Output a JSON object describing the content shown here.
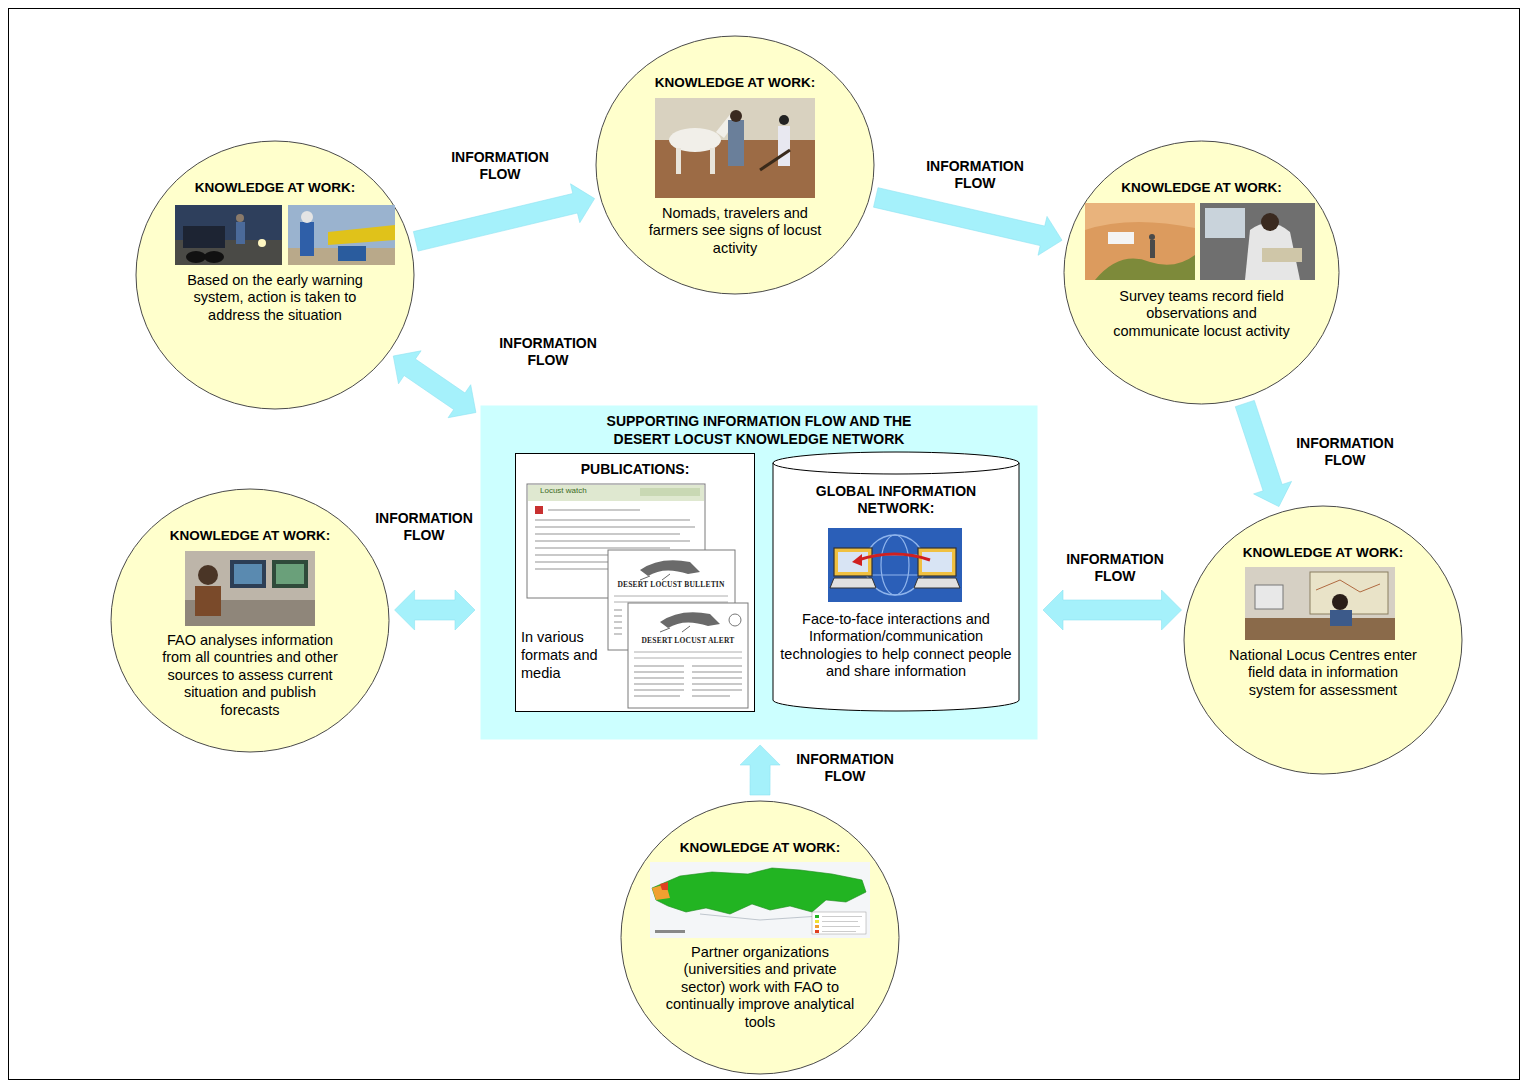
{
  "diagram": {
    "nodes": [
      {
        "text": [
          "KNOWLEDGE AT WORK:",
          "Based on the early warning system, action is taken to address the situation"
        ]
      },
      {
        "text": [
          "KNOWLEDGE AT WORK:",
          "Nomads, travelers and farmers see signs of locust activity"
        ]
      },
      {
        "text": [
          "KNOWLEDGE AT WORK:",
          "Survey teams record field observations and communicate locust activity"
        ]
      },
      {
        "text": [
          "KNOWLEDGE AT WORK:",
          "FAO analyses information from all countries and other sources to assess current situation and publish forecasts"
        ]
      },
      {
        "text": [
          "SUPPORTING INFORMATION FLOW AND THE DESERT LOCUST KNOWLEDGE NETWORK"
        ]
      },
      {
        "text": [
          "PUBLICATIONS:",
          "In various formats and media"
        ],
        "in": 4
      },
      {
        "text": [
          "GLOBAL INFORMATION NETWORK:",
          "Face-to-face interactions and Information/communication technologies to help connect people and share information"
        ],
        "in": 4
      },
      {
        "text": [
          "KNOWLEDGE AT WORK:",
          "National Locus Centres enter field data in information system for assessment"
        ]
      },
      {
        "text": [
          "KNOWLEDGE AT WORK:",
          "Partner organizations (universities and private sector) work with FAO to continually improve analytical tools"
        ]
      }
    ],
    "edges": [
      {
        "from": 0,
        "to": 1,
        "label": "INFORMATION FLOW",
        "arrow": "to"
      },
      {
        "from": 1,
        "to": 2,
        "label": "INFORMATION FLOW",
        "arrow": "to"
      },
      {
        "from": 2,
        "to": 7,
        "label": "INFORMATION FLOW",
        "arrow": "to"
      },
      {
        "from": 7,
        "to": 4,
        "label": "INFORMATION FLOW",
        "arrow": "both"
      },
      {
        "from": 3,
        "to": 4,
        "label": "INFORMATION FLOW",
        "arrow": "both"
      },
      {
        "from": 8,
        "to": 4,
        "label": "INFORMATION FLOW",
        "arrow": "to"
      },
      {
        "from": 4,
        "to": 0,
        "label": "INFORMATION FLOW",
        "arrow": "both"
      }
    ],
    "labels": [
      "Locust watch",
      "DESERT LOCUST BULLETIN",
      "DESERT LOCUST ALERT"
    ]
  }
}
